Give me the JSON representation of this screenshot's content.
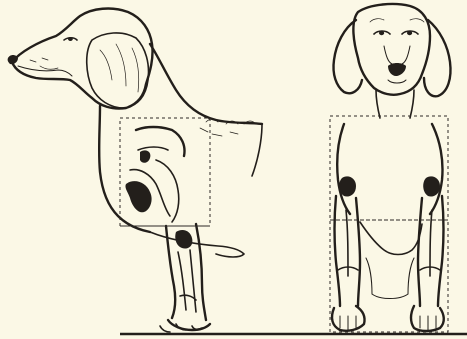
{
  "figure": {
    "background": "#fbf8e6",
    "ink": "#231f1b",
    "views": [
      {
        "view": "side",
        "subject": "dog-left-profile",
        "overlay": "dashed-rectangle-around-forelimb"
      },
      {
        "view": "front",
        "subject": "dog-front-view",
        "overlay": "dashed-rectangle-around-chest-and-forelimbs"
      }
    ]
  }
}
